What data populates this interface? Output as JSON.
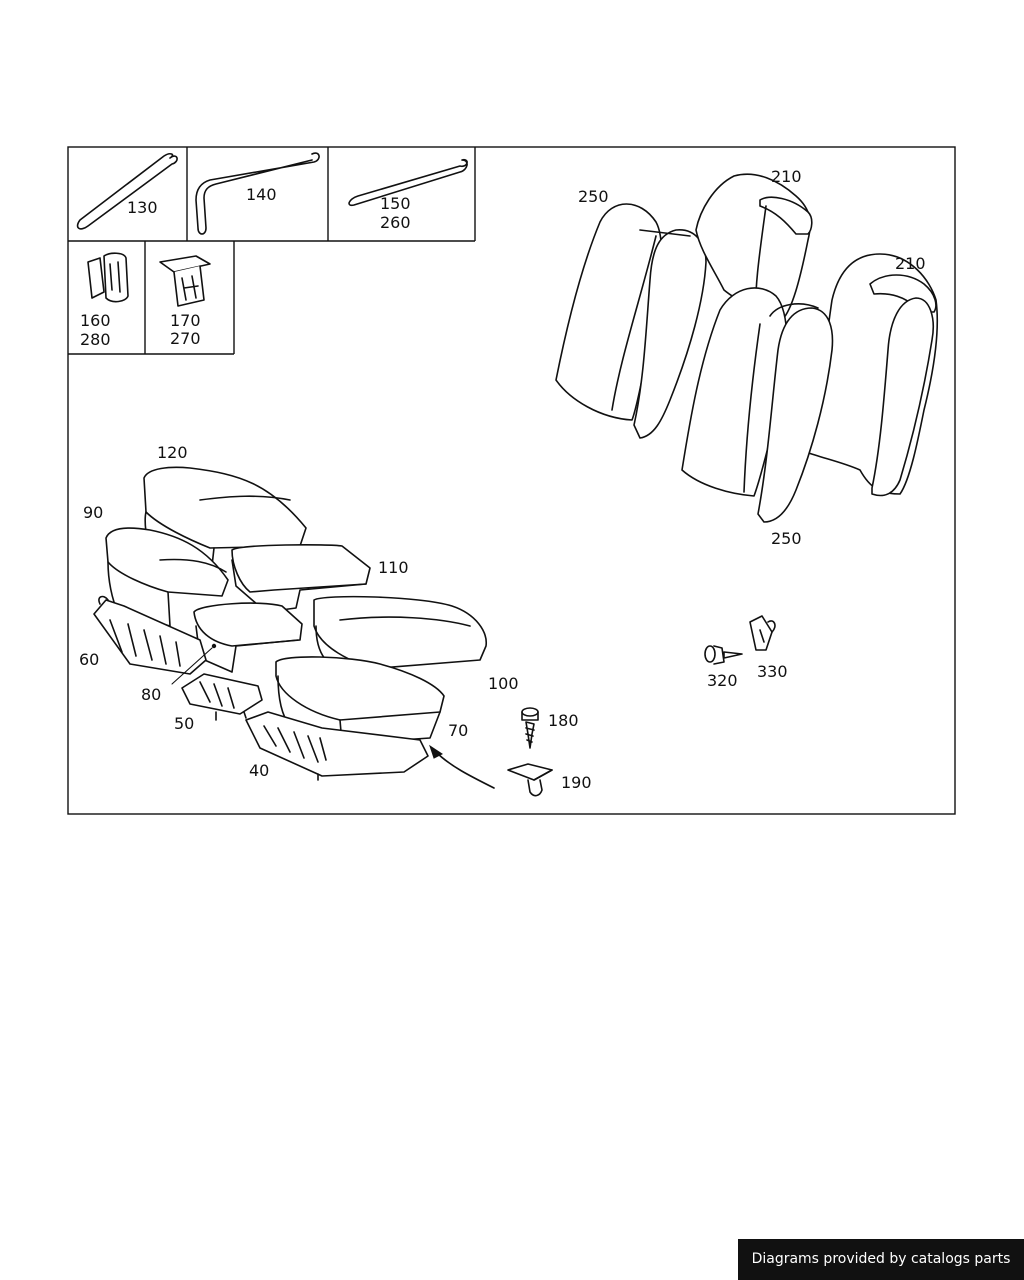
{
  "callouts": {
    "c130": "130",
    "c140": "140",
    "c150": "150",
    "c260": "260",
    "c160": "160",
    "c280": "280",
    "c170": "170",
    "c270": "270",
    "c250a": "250",
    "c210a": "210",
    "c210b": "210",
    "c250b": "250",
    "c120": "120",
    "c90": "90",
    "c110": "110",
    "c60": "60",
    "c80": "80",
    "c100": "100",
    "c50": "50",
    "c70": "70",
    "c40": "40",
    "c180": "180",
    "c190": "190",
    "c320": "320",
    "c330": "330"
  },
  "footer": {
    "credit": "Diagrams provided by catalogs parts"
  }
}
